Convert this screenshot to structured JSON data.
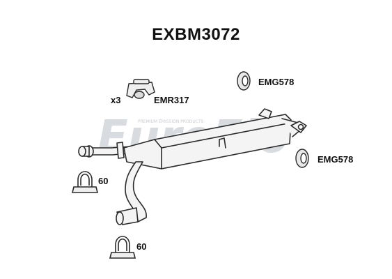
{
  "diagram": {
    "title": "EXBM3072",
    "watermark": {
      "logo_text": "EuroFlo",
      "tagline": "PREMIUM EMISSION PRODUCTS"
    },
    "parts": [
      {
        "code": "EMR317",
        "quantity": "x3",
        "icon": "rubber-hanger-icon"
      },
      {
        "code": "EMG578",
        "icon": "exhaust-gasket-icon"
      },
      {
        "code": "EMG578",
        "icon": "exhaust-gasket-icon"
      },
      {
        "size": "60",
        "icon": "u-bolt-clamp-icon"
      },
      {
        "size": "60",
        "icon": "u-bolt-clamp-icon"
      }
    ],
    "colors": {
      "line": "#2a2a2a",
      "fill": "#f4f4f4",
      "watermark": "#b9bec6"
    }
  }
}
